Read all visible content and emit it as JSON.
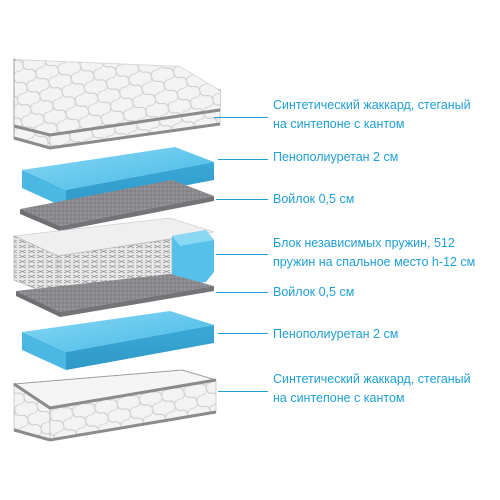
{
  "layers": [
    {
      "id": "jacquard-top",
      "lines": [
        "Синтетический жаккард, стеганый",
        "на синтепоне с кантом"
      ]
    },
    {
      "id": "foam-top",
      "lines": [
        "Пенополиуретан 2 см"
      ]
    },
    {
      "id": "felt-top",
      "lines": [
        "Войлок 0,5 см"
      ]
    },
    {
      "id": "springs",
      "lines": [
        "Блок независимых пружин, 512",
        "пружин на спальное место h-12 см"
      ]
    },
    {
      "id": "felt-bottom",
      "lines": [
        "Войлок 0,5 см"
      ]
    },
    {
      "id": "foam-bottom",
      "lines": [
        "Пенополиуретан 2 см"
      ]
    },
    {
      "id": "jacquard-bottom",
      "lines": [
        "Синтетический жаккард, стеганый",
        "на синтепоне с кантом"
      ]
    }
  ],
  "colors": {
    "accent": "#1f9fd6",
    "foam": "#5ec8ec",
    "felt": "#8a8a8e",
    "fabric": "#f1f1f1",
    "piping": "#8b8b8b"
  }
}
